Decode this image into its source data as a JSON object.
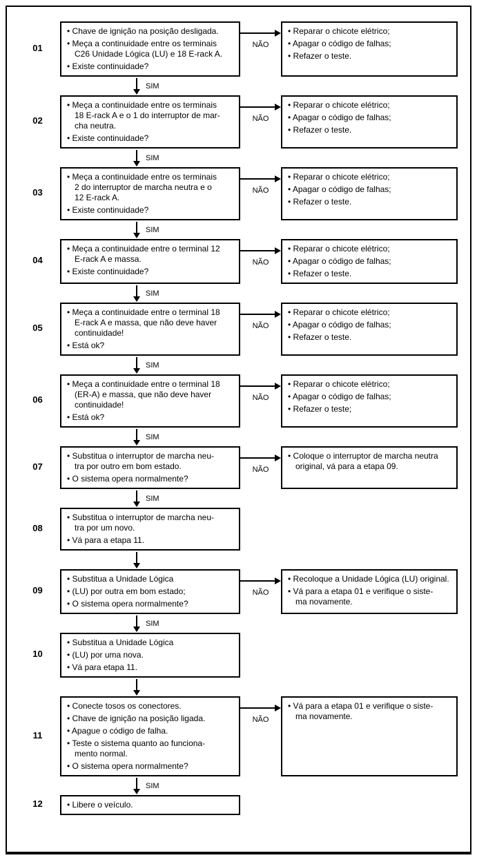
{
  "labels": {
    "yes": "SIM",
    "no": "NÃO"
  },
  "colors": {
    "line": "#000000",
    "background": "#ffffff",
    "text": "#000000"
  },
  "steps": [
    {
      "number": "01",
      "left": [
        [
          "Chave de ignição na posição desligada."
        ],
        [
          "Meça a continuidade entre os terminais",
          "C26 Unidade Lógica (LU) e 18 E-rack A."
        ],
        [
          "Existe continuidade?"
        ]
      ],
      "right": [
        [
          "Reparar o chicote elétrico;"
        ],
        [
          "Apagar o código de falhas;"
        ],
        [
          "Refazer o teste."
        ]
      ],
      "down_label": "SIM"
    },
    {
      "number": "02",
      "left": [
        [
          "Meça a continuidade entre os terminais",
          "18 E-rack A e o 1 do interruptor de mar-",
          "cha neutra."
        ],
        [
          "Existe continuidade?"
        ]
      ],
      "right": [
        [
          "Reparar o chicote elétrico;"
        ],
        [
          "Apagar o código de falhas;"
        ],
        [
          "Refazer o teste."
        ]
      ],
      "down_label": "SIM"
    },
    {
      "number": "03",
      "left": [
        [
          "Meça a continuidade entre os terminais",
          "2 do interruptor de marcha neutra e o",
          "12 E-rack A."
        ],
        [
          "Existe continuidade?"
        ]
      ],
      "right": [
        [
          "Reparar o chicote elétrico;"
        ],
        [
          "Apagar o código de falhas;"
        ],
        [
          "Refazer o teste."
        ]
      ],
      "down_label": "SIM"
    },
    {
      "number": "04",
      "left": [
        [
          "Meça a continuidade entre o terminal 12",
          "E-rack A e massa."
        ],
        [
          "Existe continuidade?"
        ]
      ],
      "right": [
        [
          "Reparar o chicote elétrico;"
        ],
        [
          "Apagar o código de falhas;"
        ],
        [
          "Refazer o teste."
        ]
      ],
      "down_label": "SIM"
    },
    {
      "number": "05",
      "left": [
        [
          "Meça a continuidade entre o terminal 18",
          "E-rack A e massa, que não deve haver",
          "continuidade!"
        ],
        [
          "Está ok?"
        ]
      ],
      "right": [
        [
          "Reparar o chicote elétrico;"
        ],
        [
          "Apagar o código de falhas;"
        ],
        [
          "Refazer o teste."
        ]
      ],
      "down_label": "SIM"
    },
    {
      "number": "06",
      "left": [
        [
          "Meça a continuidade entre o terminal 18",
          "(ER-A) e massa, que não deve haver",
          "continuidade!"
        ],
        [
          "Está ok?"
        ]
      ],
      "right": [
        [
          "Reparar o chicote elétrico;"
        ],
        [
          "Apagar o código de falhas;"
        ],
        [
          "Refazer o teste;"
        ]
      ],
      "down_label": "SIM"
    },
    {
      "number": "07",
      "left": [
        [
          "Substitua o interruptor de marcha neu-",
          "tra por outro em bom estado."
        ],
        [
          "O sistema opera normalmente?"
        ]
      ],
      "right": [
        [
          "Coloque o interruptor de marcha neutra",
          "original, vá para a etapa 09."
        ]
      ],
      "down_label": "SIM"
    },
    {
      "number": "08",
      "left": [
        [
          "Substitua o interruptor de marcha neu-",
          "tra por um novo."
        ],
        [
          "Vá para a etapa 11."
        ]
      ],
      "right": null,
      "down_label": ""
    },
    {
      "number": "09",
      "left": [
        [
          "Substitua a Unidade Lógica"
        ],
        [
          "(LU) por outra em bom estado;"
        ],
        [
          "O sistema opera normalmente?"
        ]
      ],
      "right": [
        [
          "Recoloque a Unidade Lógica (LU) original."
        ],
        [
          "Vá para a etapa 01 e verifique o siste-",
          "ma novamente."
        ]
      ],
      "down_label": "SIM"
    },
    {
      "number": "10",
      "left": [
        [
          "Substitua a Unidade Lógica"
        ],
        [
          "(LU) por uma nova."
        ],
        [
          "Vá para etapa 11."
        ]
      ],
      "right": null,
      "down_label": ""
    },
    {
      "number": "11",
      "left": [
        [
          "Conecte tosos os conectores."
        ],
        [
          "Chave de ignição na posição ligada."
        ],
        [
          "Apague o código de falha."
        ],
        [
          "Teste o sistema quanto ao funciona-",
          "mento normal."
        ],
        [
          "O sistema opera normalmente?"
        ]
      ],
      "right": [
        [
          "Vá para a etapa 01 e verifique o siste-",
          "ma novamente."
        ]
      ],
      "down_label": "SIM"
    },
    {
      "number": "12",
      "left": [
        [
          "Libere o veículo."
        ]
      ],
      "right": null,
      "down_label": null
    }
  ]
}
